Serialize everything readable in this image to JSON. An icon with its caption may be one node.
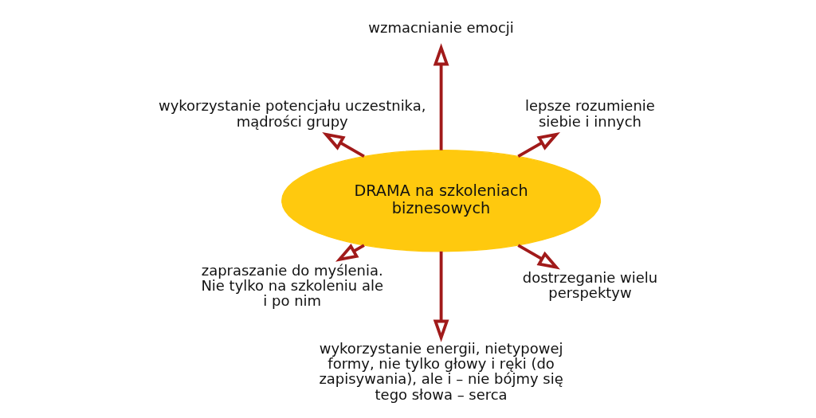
{
  "diagram": {
    "nodes": [
      {
        "text": [
          "wzmacnianie emocji"
        ]
      },
      {
        "text": [
          "wykorzystanie potencjału uczestnika,",
          "mądrości grupy"
        ]
      },
      {
        "text": [
          "DRAMA na szkoleniach biznesowych"
        ]
      },
      {
        "text": [
          "lepsze rozumienie siebie i innych"
        ]
      },
      {
        "text": [
          "dostrzeganie wielu perspektyw"
        ]
      },
      {
        "text": [
          "zapraszanie do myślenia. Nie tylko na szkoleniu ale i po nim"
        ]
      },
      {
        "text": [
          "wykorzystanie energii, nietypowej formy, nie tylko głowy i ręki (do zapisywania), ale i – nie bójmy się tego słowa – serca"
        ]
      }
    ],
    "edges": [
      {
        "from": 2,
        "to": 0,
        "arrow": "to"
      },
      {
        "from": 2,
        "to": 3,
        "arrow": "to"
      },
      {
        "from": 2,
        "to": 4,
        "arrow": "to"
      },
      {
        "from": 2,
        "to": 6,
        "arrow": "to"
      },
      {
        "from": 2,
        "to": 5,
        "arrow": "to"
      },
      {
        "from": 2,
        "to": 1,
        "arrow": "to"
      }
    ]
  }
}
